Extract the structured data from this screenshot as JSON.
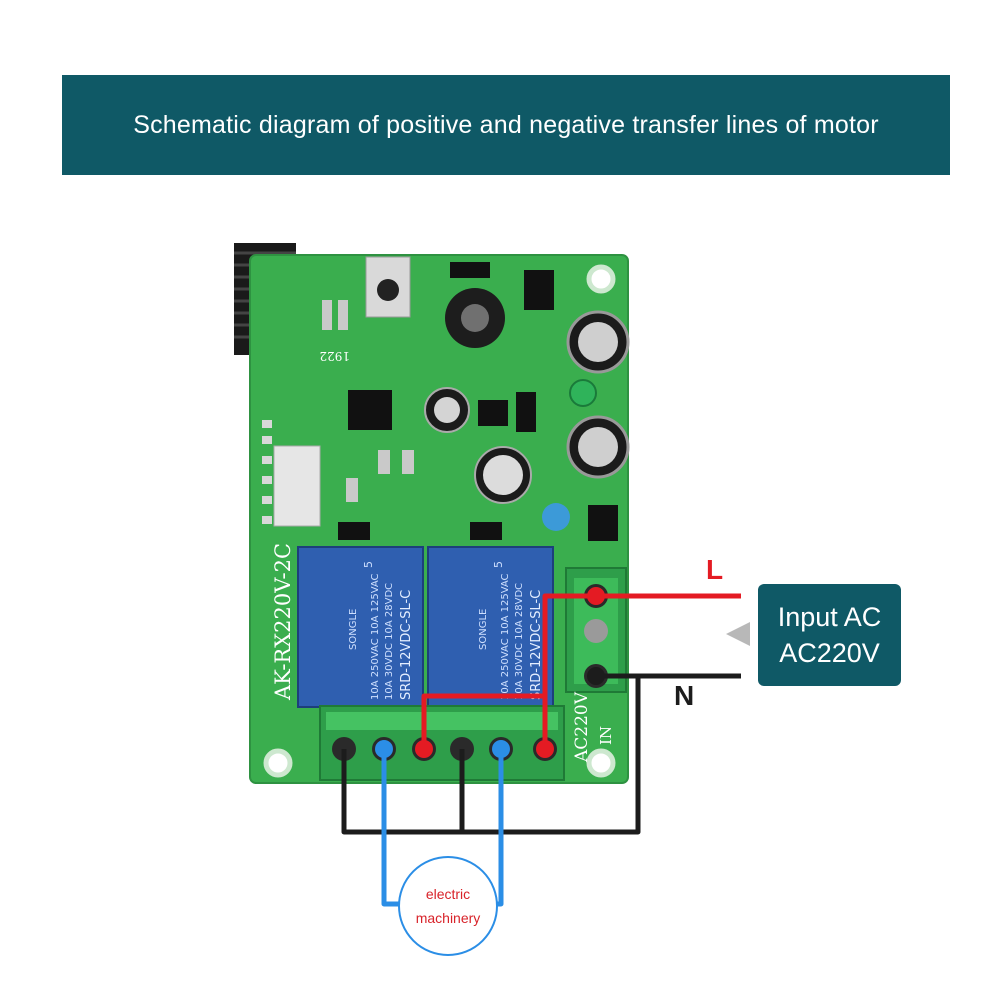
{
  "banner": {
    "title": "Schematic diagram of positive and negative transfer lines of motor"
  },
  "board": {
    "model": "AK-RX220V-2C",
    "terminal_label": "AC220V",
    "in_label": "IN",
    "code": "1922",
    "relay": {
      "brand": "SONGLE",
      "line1": "10A 250VAC  10A 125VAC",
      "line2": "10A 30VDC  10A 28VDC",
      "line3": "SRD-12VDC-SL-C",
      "number": "5"
    }
  },
  "wires": {
    "live_label": "L",
    "neutral_label": "N"
  },
  "input_box": {
    "line1": "Input AC",
    "line2": "AC220V"
  },
  "motor": {
    "line1": "electric",
    "line2": "machinery"
  },
  "colors": {
    "banner_bg": "#0f5966",
    "pcb_green": "#3aae4e",
    "live_wire": "#e41b23",
    "neutral_wire": "#1c1c1c",
    "motor_wire": "#2b8ee6",
    "relay_blue": "#2f5fb0"
  }
}
